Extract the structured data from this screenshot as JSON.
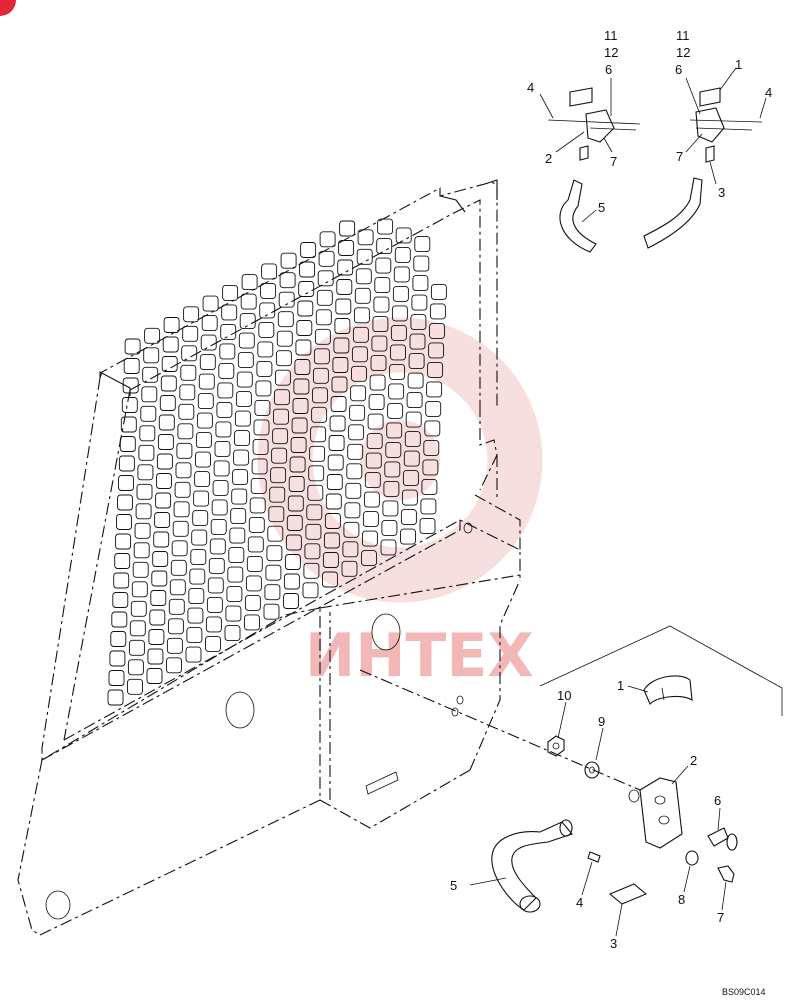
{
  "detail_top_left": {
    "callouts": [
      "11",
      "12",
      "6",
      "4",
      "2",
      "7",
      "5"
    ]
  },
  "detail_top_right": {
    "callouts": [
      "11",
      "12",
      "6",
      "1",
      "4",
      "7",
      "3"
    ]
  },
  "detail_bottom": {
    "callouts": [
      "1",
      "10",
      "9",
      "2",
      "6",
      "5",
      "4",
      "8",
      "7",
      "3"
    ]
  },
  "watermark_text": "ИНТЕХ",
  "drawing_code": "BS09C014",
  "colors": {
    "line": "#111111",
    "watermark": "#f2b8b8",
    "corner_mark": "#e0283a"
  }
}
